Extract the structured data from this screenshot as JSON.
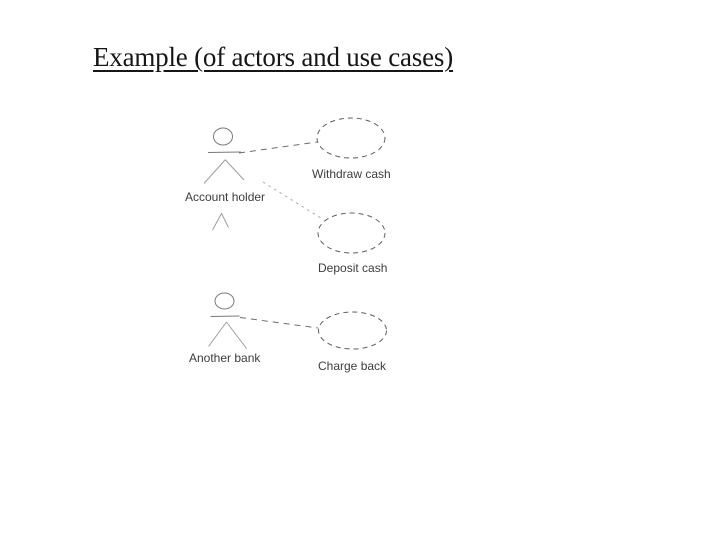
{
  "slide": {
    "title": "Example (of actors and use cases)"
  },
  "diagram": {
    "type": "uml-use-case-sketch",
    "actors": [
      {
        "label": "Account holder"
      },
      {
        "label": "Another bank"
      }
    ],
    "use_cases": [
      {
        "label": "Withdraw cash"
      },
      {
        "label": "Deposit cash"
      },
      {
        "label": "Charge back"
      }
    ],
    "associations": [
      {
        "from": "Account holder",
        "to": "Withdraw cash"
      },
      {
        "from": "Account holder",
        "to": "Deposit cash"
      },
      {
        "from": "Another bank",
        "to": "Charge back"
      }
    ]
  },
  "colors": {
    "background": "#ffffff",
    "title_text": "#161616",
    "sketch_stroke": "#7a7a7a",
    "ellipse_stroke": "#5f5f5f",
    "label_text": "#3d3d3d"
  }
}
